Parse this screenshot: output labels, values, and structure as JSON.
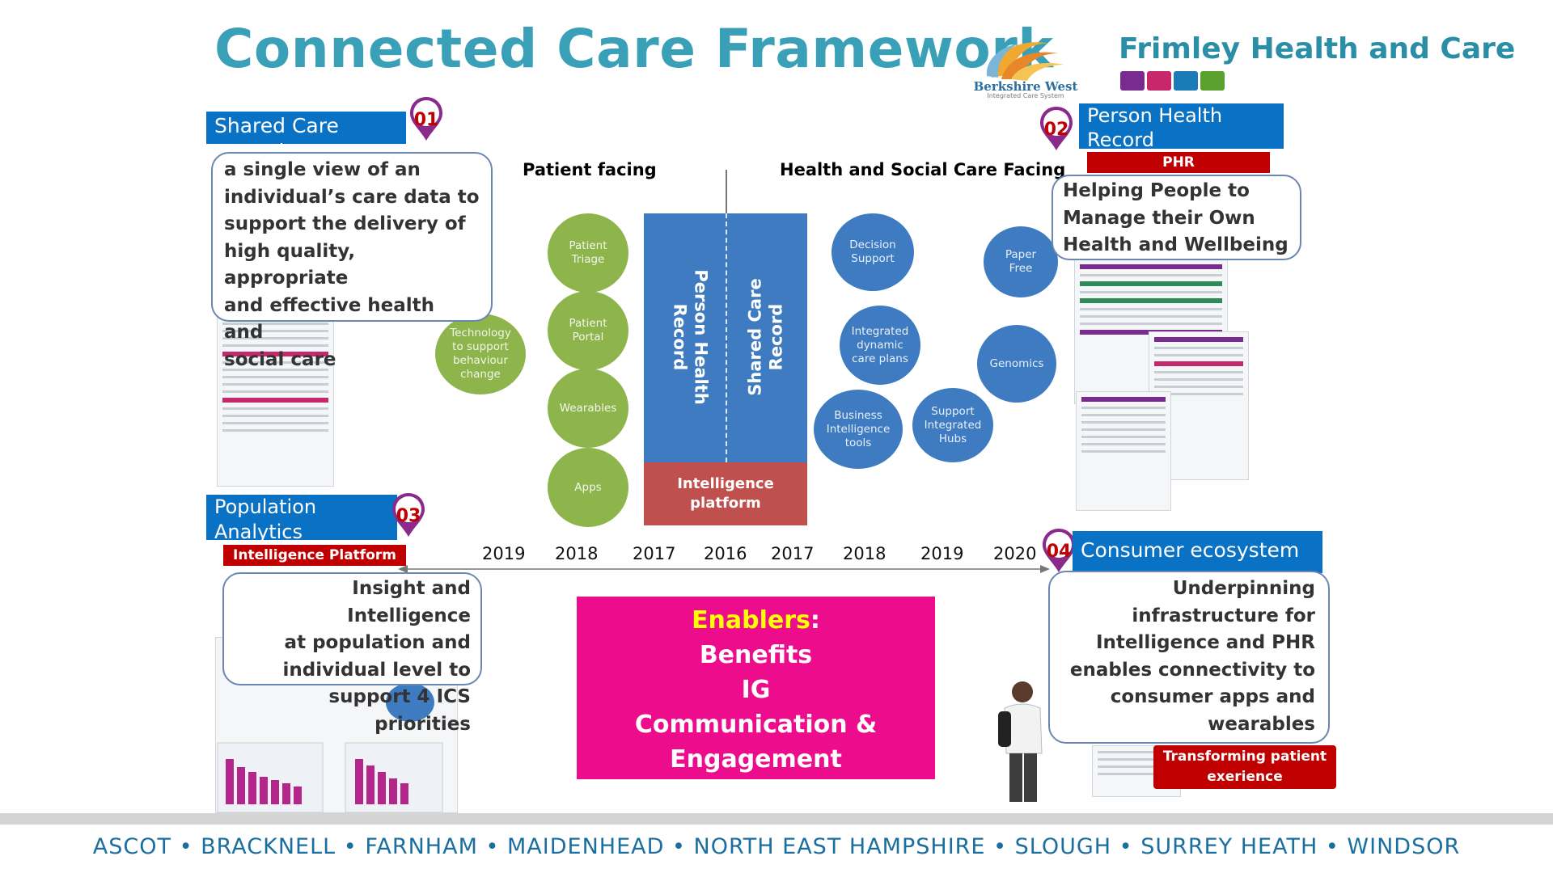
{
  "header": {
    "title": "Connected Care Framework",
    "frimley": "Frimley Health and Care",
    "bw_name": "Berkshire West",
    "bw_sub": "Integrated Care System"
  },
  "sections": {
    "s01": {
      "number": "01",
      "label": "Shared Care Record",
      "text": [
        "a single view of an",
        "individual’s care data to",
        "support the delivery of",
        "high quality, appropriate",
        "and effective health and",
        "social care"
      ]
    },
    "s02": {
      "number": "02",
      "label_lines": [
        "Person Health",
        "Record"
      ],
      "tag": "PHR",
      "text": [
        "Helping People to",
        "Manage their Own",
        "Health and Wellbeing"
      ]
    },
    "s03": {
      "number": "03",
      "label_lines": [
        "Population",
        "Analytics"
      ],
      "tag": "Intelligence Platform",
      "text": [
        "Insight and Intelligence",
        "at population and",
        "individual level to",
        "support 4 ICS priorities"
      ]
    },
    "s04": {
      "number": "04",
      "label": "Consumer ecosystem",
      "tag_lines": [
        "Transforming patient",
        "exerience"
      ],
      "text": [
        "Underpinning",
        "infrastructure for",
        "Intelligence and PHR",
        "enables connectivity to",
        "consumer apps and",
        "wearables"
      ]
    }
  },
  "diagram": {
    "patient_facing": "Patient facing",
    "hsc_facing": "Health and Social Care Facing",
    "center_left_lines": [
      "Person Health",
      "Record"
    ],
    "center_right_lines": [
      "Shared Care",
      "Record"
    ],
    "intelligence_lines": [
      "Intelligence",
      "platform"
    ],
    "green_bubbles": [
      {
        "lines": [
          "Technology",
          "to support",
          "behaviour",
          "change"
        ]
      },
      {
        "lines": [
          "Patient",
          "Triage"
        ]
      },
      {
        "lines": [
          "Patient",
          "Portal"
        ]
      },
      {
        "lines": [
          "Wearables"
        ]
      },
      {
        "lines": [
          "Apps"
        ]
      }
    ],
    "blue_bubbles": [
      {
        "lines": [
          "Decision",
          "Support"
        ]
      },
      {
        "lines": [
          "Integrated",
          "dynamic",
          "care plans"
        ]
      },
      {
        "lines": [
          "Business",
          "Intelligence",
          "tools"
        ]
      },
      {
        "lines": [
          "Support",
          "Integrated",
          "Hubs"
        ]
      },
      {
        "lines": [
          "Paper",
          "Free"
        ]
      },
      {
        "lines": [
          "Genomics"
        ]
      }
    ],
    "years": [
      "2019",
      "2018",
      "2017",
      "2016",
      "2017",
      "2018",
      "2019",
      "2020"
    ]
  },
  "enablers": {
    "heading": "Enablers",
    "colon": ":",
    "items": [
      "Benefits",
      "IG",
      "Communication &",
      "Engagement"
    ]
  },
  "footer": {
    "places": [
      "ASCOT",
      "BRACKNELL",
      "FARNHAM",
      "MAIDENHEAD",
      "NORTH EAST HAMPSHIRE",
      "SLOUGH",
      "SURREY HEATH",
      "WINDSOR"
    ],
    "sep": "•"
  },
  "colors": {
    "title": "#3aa0b8",
    "label_blue": "#0a72c4",
    "tag_red": "#c00000",
    "bubble_green": "#8db54b",
    "bubble_blue": "#3e7bc1",
    "enablers_pink": "#ec0c8c",
    "enablers_heading": "#ffff00",
    "intelligence_red": "#c0504d"
  }
}
